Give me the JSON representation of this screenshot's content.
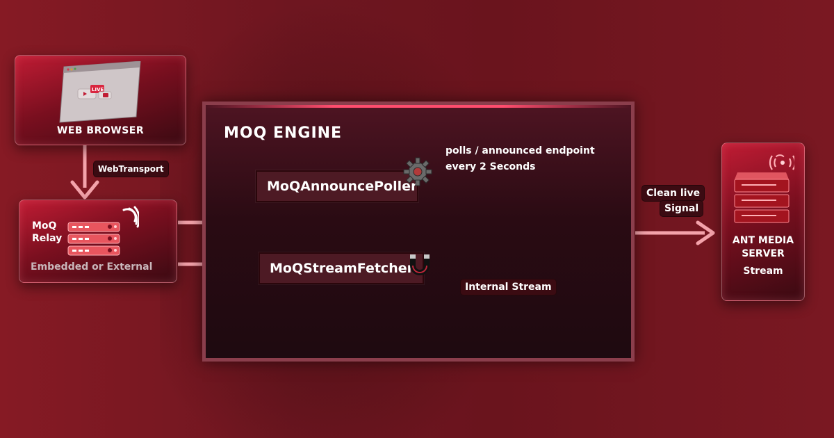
{
  "browser": {
    "title": "WEB BROWSER",
    "live_badge": "LIVE"
  },
  "transport_label": "WebTransport",
  "relay": {
    "title_line1": "MoQ",
    "title_line2": "Relay",
    "caption": "Embedded or External"
  },
  "engine": {
    "title": "MOQ ENGINE",
    "poller": "MoQAnnouncePoller",
    "fetcher": "MoQStreamFetcher",
    "poll_note_line1": "polls / announced endpoint",
    "poll_note_line2": "every 2 Seconds",
    "internal_label": "Internal Stream"
  },
  "signal_label": {
    "line1": "Clean live",
    "line2": "Signal"
  },
  "server": {
    "line1": "ANT MEDIA",
    "line2": "SERVER",
    "line3": "Stream"
  },
  "colors": {
    "arrow": "#f4a3ab",
    "accent": "#ff4d6e",
    "node_bg": "#4d1a24"
  }
}
